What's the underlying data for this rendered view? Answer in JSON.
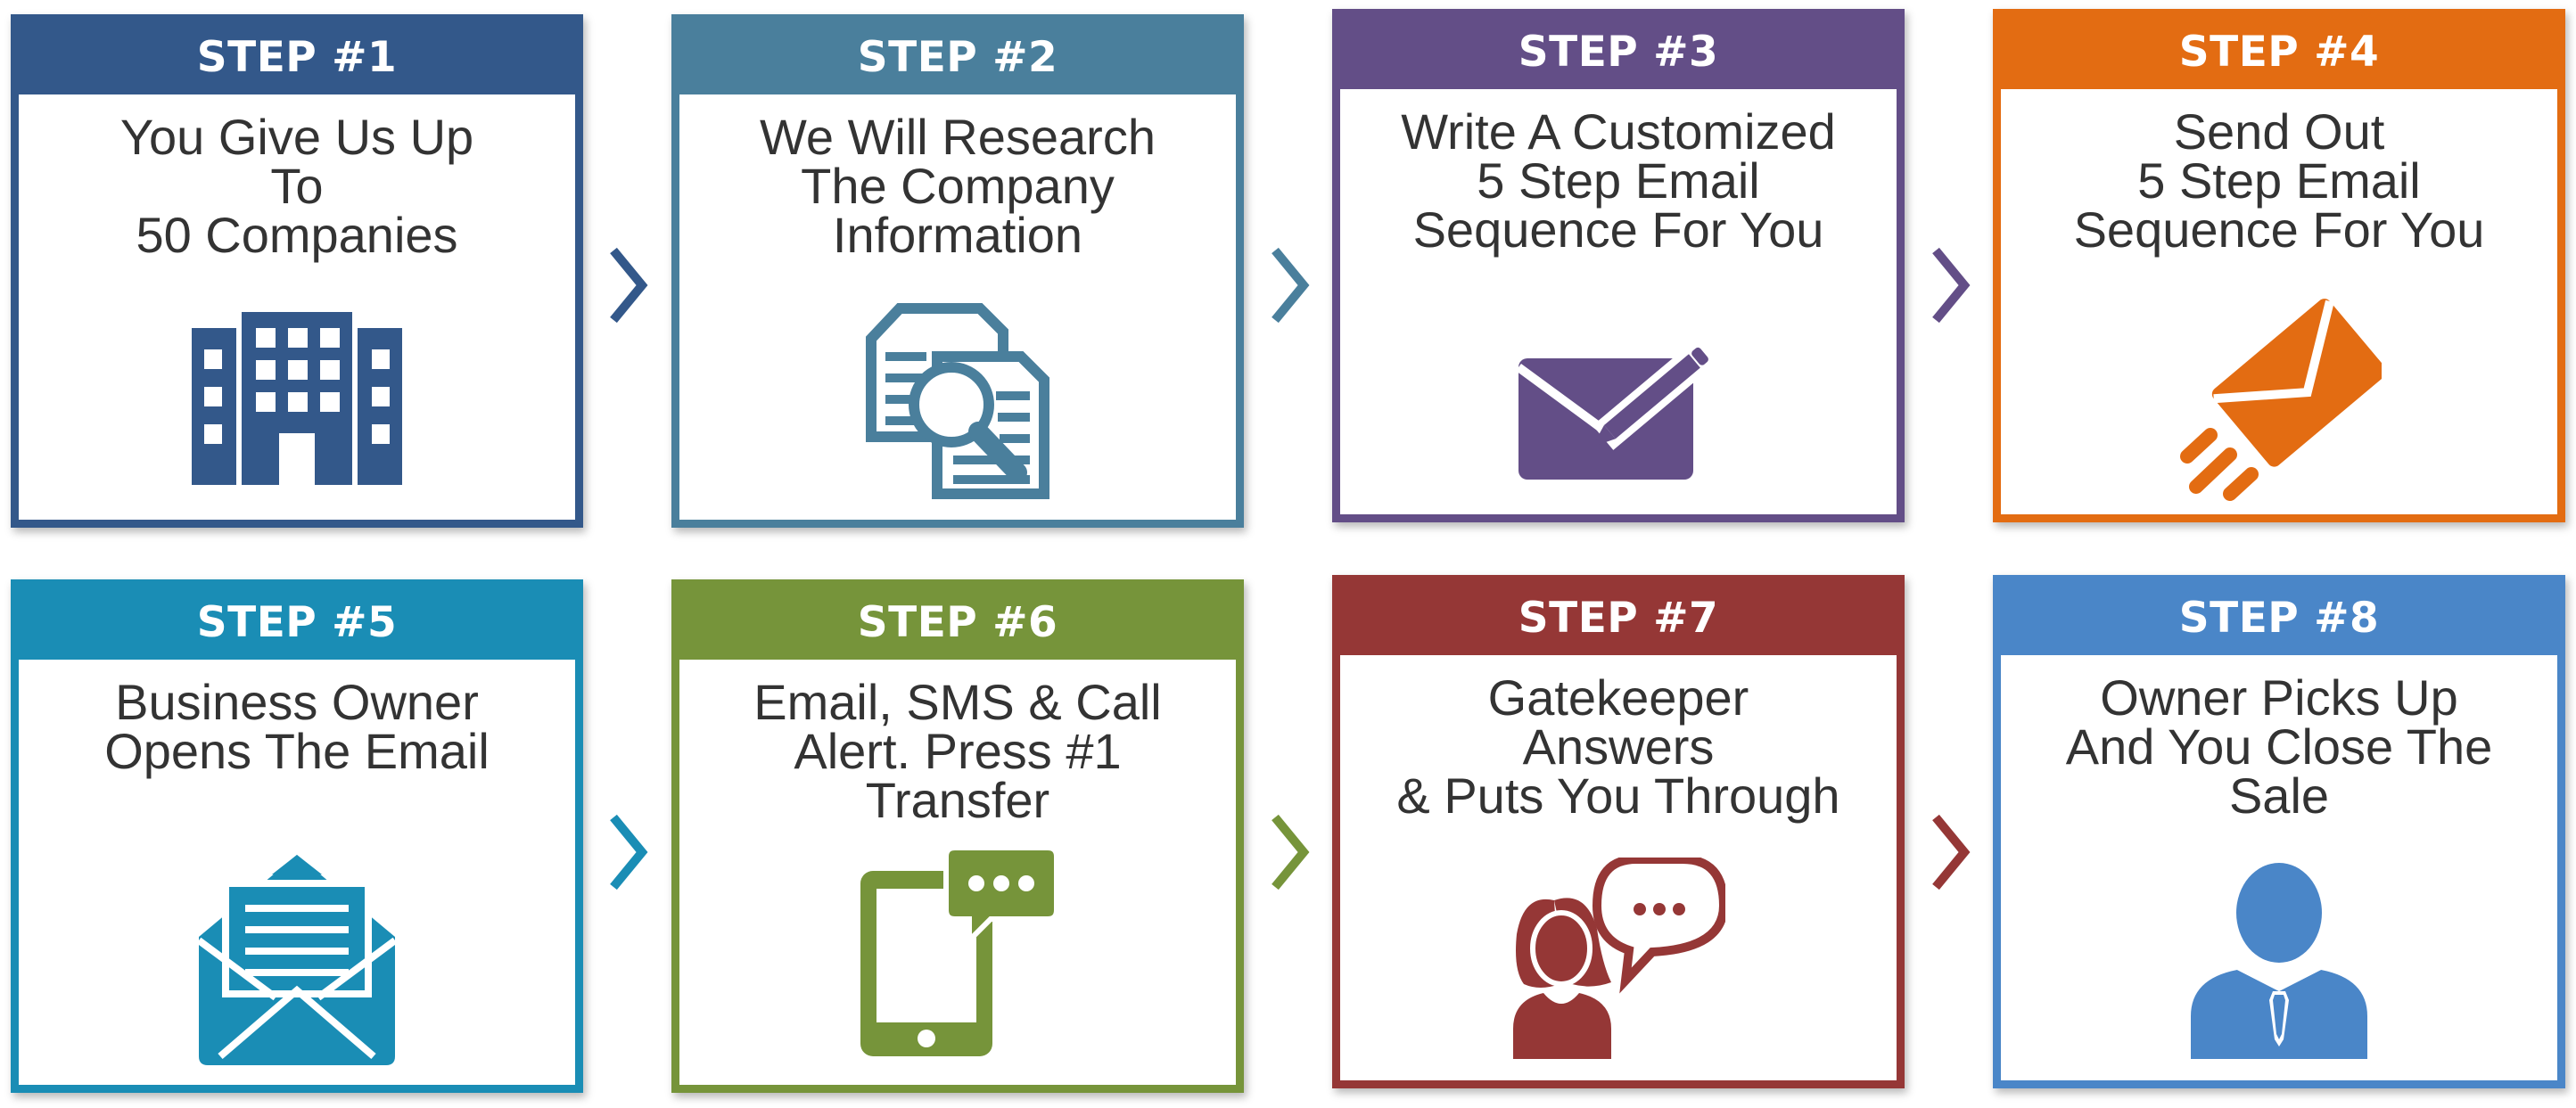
{
  "steps": [
    {
      "label": "STEP #1",
      "text": "You Give Us Up\nTo\n50 Companies",
      "color": "#33588a",
      "icon": "building-icon"
    },
    {
      "label": "STEP #2",
      "text": "We Will Research\nThe Company\nInformation",
      "color": "#4a7f9c",
      "icon": "document-search-icon"
    },
    {
      "label": "STEP #3",
      "text": "Write A Customized\n5 Step Email\nSequence For You",
      "color": "#634e87",
      "icon": "envelope-pencil-icon"
    },
    {
      "label": "STEP #4",
      "text": "Send Out\n5 Step Email\nSequence For You",
      "color": "#e36c12",
      "icon": "sending-envelope-icon"
    },
    {
      "label": "STEP #5",
      "text": "Business Owner\nOpens The Email",
      "color": "#1a8db5",
      "icon": "open-envelope-icon"
    },
    {
      "label": "STEP #6",
      "text": "Email, SMS & Call\nAlert. Press #1\nTransfer",
      "color": "#76943a",
      "icon": "phone-chat-icon"
    },
    {
      "label": "STEP #7",
      "text": "Gatekeeper\nAnswers\n& Puts You Through",
      "color": "#953736",
      "icon": "gatekeeper-talking-icon"
    },
    {
      "label": "STEP #8",
      "text": "Owner Picks Up\nAnd You Close The\nSale",
      "color": "#4a86c8",
      "icon": "businessman-icon"
    }
  ],
  "arrows": [
    {
      "color": "#33588a",
      "icon": "chevron-right-icon"
    },
    {
      "color": "#4a7f9c",
      "icon": "chevron-right-icon"
    },
    {
      "color": "#634e87",
      "icon": "chevron-right-icon"
    },
    {
      "color": "#1a8db5",
      "icon": "chevron-right-icon"
    },
    {
      "color": "#76943a",
      "icon": "chevron-right-icon"
    },
    {
      "color": "#953736",
      "icon": "chevron-right-icon"
    }
  ]
}
